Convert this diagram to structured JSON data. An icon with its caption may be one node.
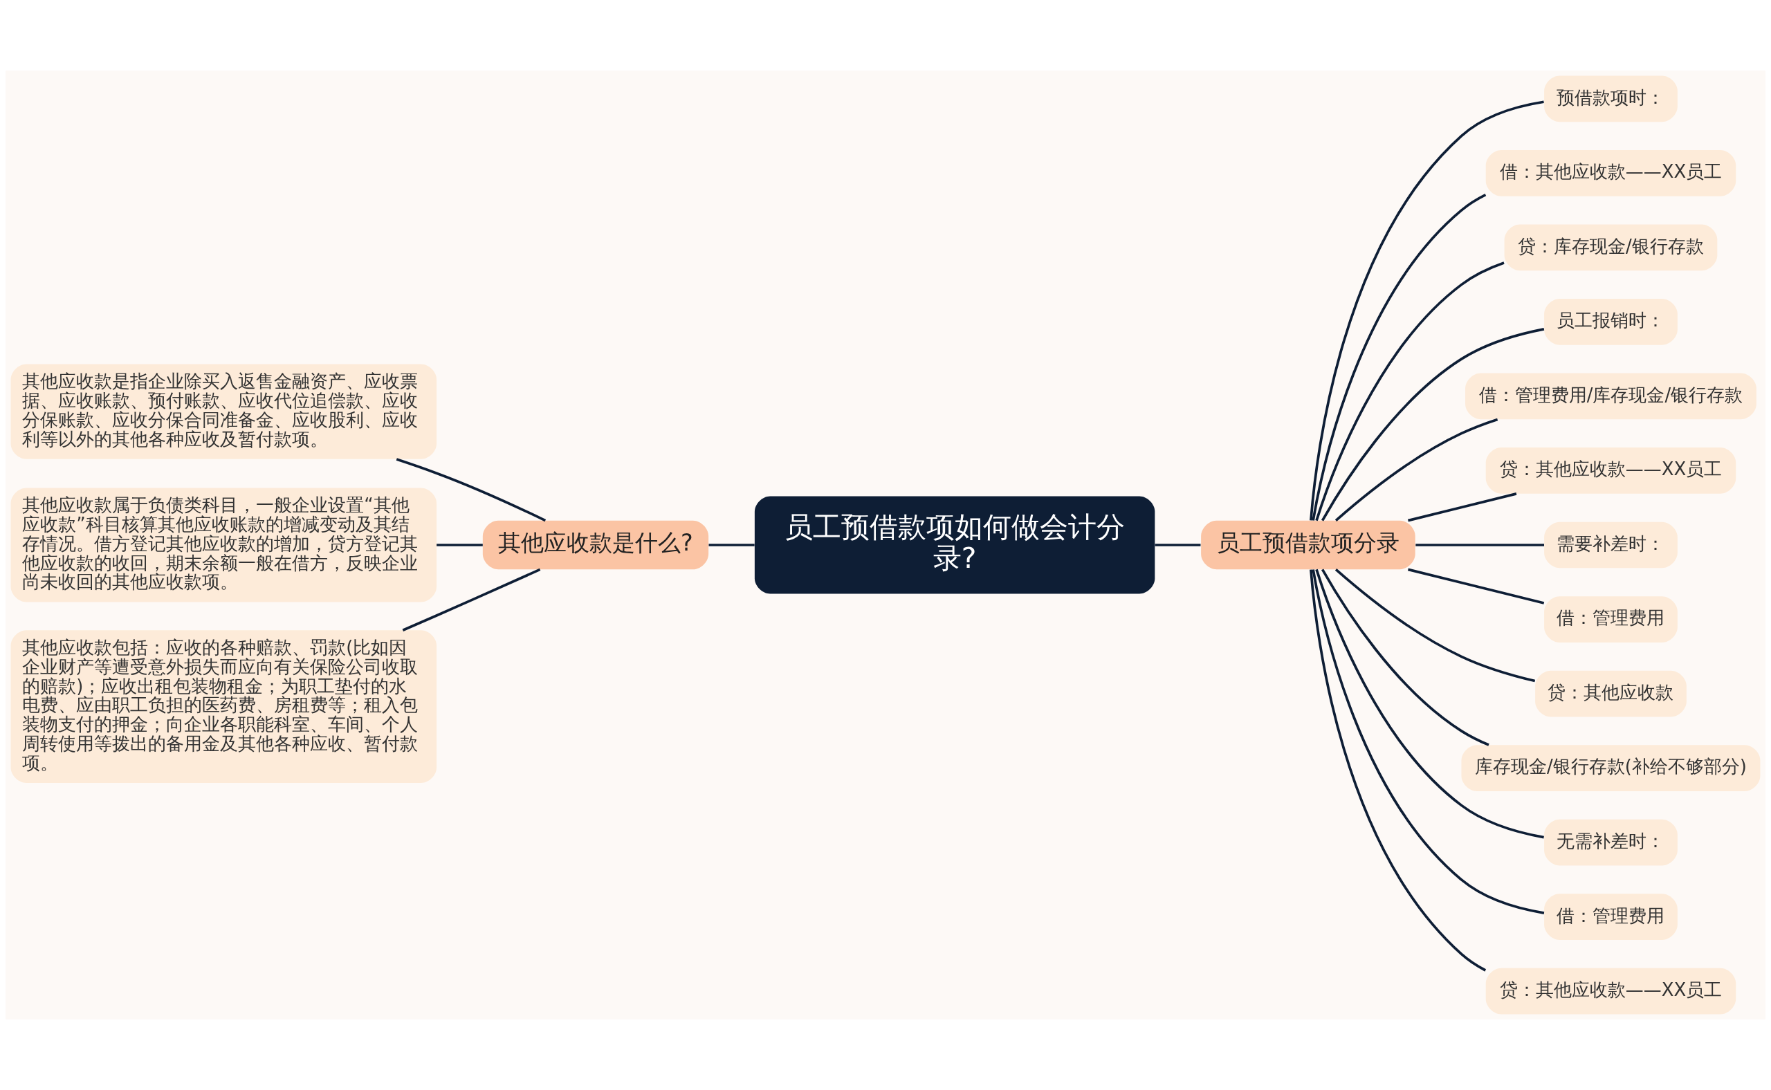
{
  "diagram": {
    "nodes": [
      {
        "text": [
          "员工预借款项如何做会计分录?"
        ]
      },
      {
        "text": [
          "其他应收款是什么?"
        ]
      },
      {
        "text": [
          "其他应收款是指企业除买入返售金融资产、应收票据、应收账款、预付账款、应收代位追偿款、应收分保账款、应收分保合同准备金、应收股利、应收利等以外的其他各种应收及暂付款项。"
        ]
      },
      {
        "text": [
          "其他应收款属于负债类科目，一般企业设置“其他应收款”科目核算其他应收账款的增减变动及其结存情况。借方登记其他应收款的增加，贷方登记其他应收款的收回，期末余额一般在借方，反映企业尚未收回的其他应收款项。"
        ]
      },
      {
        "text": [
          "其他应收款包括：应收的各种赔款、罚款(比如因企业财产等遭受意外损失而应向有关保险公司收取的赔款)；应收出租包装物租金；为职工垫付的水电费、应由职工负担的医药费、房租费等；租入包装物支付的押金；向企业各职能科室、车间、个人周转使用等拨出的备用金及其他各种应收、暂付款项。"
        ]
      },
      {
        "text": [
          "员工预借款项分录"
        ]
      },
      {
        "text": [
          "预借款项时："
        ]
      },
      {
        "text": [
          "借：其他应收款——XX员工"
        ]
      },
      {
        "text": [
          "贷：库存现金/银行存款"
        ]
      },
      {
        "text": [
          "员工报销时："
        ]
      },
      {
        "text": [
          "借：管理费用/库存现金/银行存款"
        ]
      },
      {
        "text": [
          "贷：其他应收款——XX员工"
        ]
      },
      {
        "text": [
          "需要补差时："
        ]
      },
      {
        "text": [
          "借：管理费用"
        ]
      },
      {
        "text": [
          "贷：其他应收款"
        ]
      },
      {
        "text": [
          "库存现金/银行存款(补给不够部分)"
        ]
      },
      {
        "text": [
          "无需补差时："
        ]
      },
      {
        "text": [
          "借：管理费用"
        ]
      },
      {
        "text": [
          "贷：其他应收款——XX员工"
        ]
      }
    ],
    "edges": [
      {
        "from": 0,
        "to": 1,
        "arrow": "none"
      },
      {
        "from": 1,
        "to": 2,
        "arrow": "none"
      },
      {
        "from": 1,
        "to": 3,
        "arrow": "none"
      },
      {
        "from": 1,
        "to": 4,
        "arrow": "none"
      },
      {
        "from": 0,
        "to": 5,
        "arrow": "none"
      },
      {
        "from": 5,
        "to": 6,
        "arrow": "none"
      },
      {
        "from": 5,
        "to": 7,
        "arrow": "none"
      },
      {
        "from": 5,
        "to": 8,
        "arrow": "none"
      },
      {
        "from": 5,
        "to": 9,
        "arrow": "none"
      },
      {
        "from": 5,
        "to": 10,
        "arrow": "none"
      },
      {
        "from": 5,
        "to": 11,
        "arrow": "none"
      },
      {
        "from": 5,
        "to": 12,
        "arrow": "none"
      },
      {
        "from": 5,
        "to": 13,
        "arrow": "none"
      },
      {
        "from": 5,
        "to": 14,
        "arrow": "none"
      },
      {
        "from": 5,
        "to": 15,
        "arrow": "none"
      },
      {
        "from": 5,
        "to": 16,
        "arrow": "none"
      },
      {
        "from": 5,
        "to": 17,
        "arrow": "none"
      },
      {
        "from": 5,
        "to": 18,
        "arrow": "none"
      }
    ]
  }
}
